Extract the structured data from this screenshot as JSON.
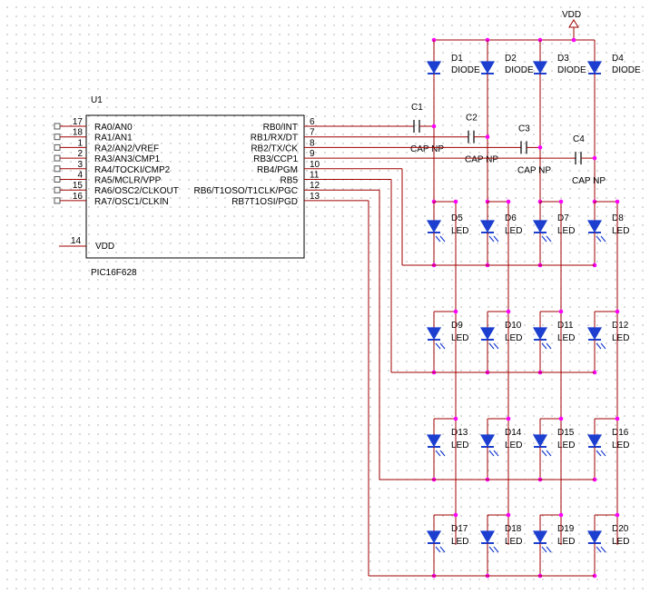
{
  "ic": {
    "ref": "U1",
    "part": "PIC16F628",
    "left_pins": [
      {
        "num": "17",
        "name": "RA0/AN0"
      },
      {
        "num": "18",
        "name": "RA1/AN1"
      },
      {
        "num": "1",
        "name": "RA2/AN2/VREF"
      },
      {
        "num": "2",
        "name": "RA3/AN3/CMP1"
      },
      {
        "num": "3",
        "name": "RA4/TOCKI/CMP2"
      },
      {
        "num": "4",
        "name": "RA5/MCLR/VPP"
      },
      {
        "num": "15",
        "name": "RA6/OSC2/CLKOUT"
      },
      {
        "num": "16",
        "name": "RA7/OSC1/CLKIN"
      }
    ],
    "right_pins": [
      {
        "num": "6",
        "name": "RB0/INT"
      },
      {
        "num": "7",
        "name": "RB1/RX/DT"
      },
      {
        "num": "8",
        "name": "RB2/TX/CK"
      },
      {
        "num": "9",
        "name": "RB3/CCP1"
      },
      {
        "num": "10",
        "name": "RB4/PGM"
      },
      {
        "num": "11",
        "name": "RB5"
      },
      {
        "num": "12",
        "name": "RB6/T1OSO/T1CLK/PGC"
      },
      {
        "num": "13",
        "name": "RB7T1OSI/PGD"
      }
    ],
    "vdd_pin": {
      "num": "14",
      "name": "VDD"
    }
  },
  "power": {
    "label": "VDD"
  },
  "diodes": [
    {
      "ref": "D1",
      "type": "DIODE"
    },
    {
      "ref": "D2",
      "type": "DIODE"
    },
    {
      "ref": "D3",
      "type": "DIODE"
    },
    {
      "ref": "D4",
      "type": "DIODE"
    }
  ],
  "capacitors": [
    {
      "ref": "C1",
      "type": "CAP NP"
    },
    {
      "ref": "C2",
      "type": "CAP NP"
    },
    {
      "ref": "C3",
      "type": "CAP NP"
    },
    {
      "ref": "C4",
      "type": "CAP NP"
    }
  ],
  "leds": [
    [
      {
        "ref": "D5",
        "type": "LED"
      },
      {
        "ref": "D6",
        "type": "LED"
      },
      {
        "ref": "D7",
        "type": "LED"
      },
      {
        "ref": "D8",
        "type": "LED"
      }
    ],
    [
      {
        "ref": "D9",
        "type": "LED"
      },
      {
        "ref": "D10",
        "type": "LED"
      },
      {
        "ref": "D11",
        "type": "LED"
      },
      {
        "ref": "D12",
        "type": "LED"
      }
    ],
    [
      {
        "ref": "D13",
        "type": "LED"
      },
      {
        "ref": "D14",
        "type": "LED"
      },
      {
        "ref": "D15",
        "type": "LED"
      },
      {
        "ref": "D16",
        "type": "LED"
      }
    ],
    [
      {
        "ref": "D17",
        "type": "LED"
      },
      {
        "ref": "D18",
        "type": "LED"
      },
      {
        "ref": "D19",
        "type": "LED"
      },
      {
        "ref": "D20",
        "type": "LED"
      }
    ]
  ]
}
